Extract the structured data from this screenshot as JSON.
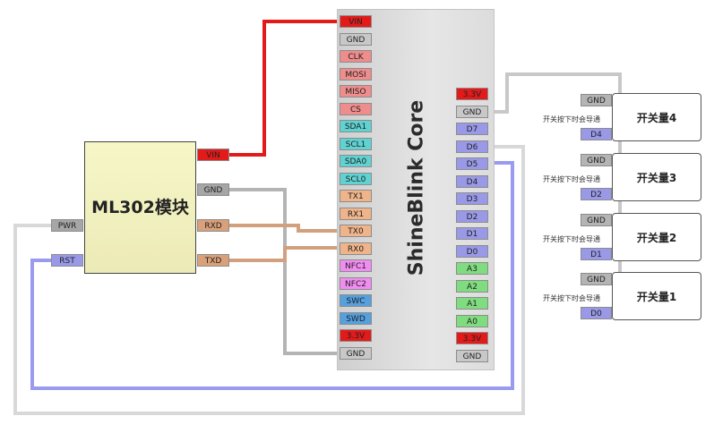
{
  "core": {
    "title": "ShineBlink Core",
    "left_pins": [
      {
        "label": "VIN",
        "color": "#e31a1a"
      },
      {
        "label": "GND",
        "color": "#c8c8c8"
      },
      {
        "label": "CLK",
        "color": "#ef8c8c"
      },
      {
        "label": "MOSI",
        "color": "#ef8c8c"
      },
      {
        "label": "MISO",
        "color": "#ef8c8c"
      },
      {
        "label": "CS",
        "color": "#ef8c8c"
      },
      {
        "label": "SDA1",
        "color": "#5fd2d2"
      },
      {
        "label": "SCL1",
        "color": "#5fd2d2"
      },
      {
        "label": "SDA0",
        "color": "#5fd2d2"
      },
      {
        "label": "SCL0",
        "color": "#5fd2d2"
      },
      {
        "label": "TX1",
        "color": "#f0b48a"
      },
      {
        "label": "RX1",
        "color": "#f0b48a"
      },
      {
        "label": "TX0",
        "color": "#f0b48a"
      },
      {
        "label": "RX0",
        "color": "#f0b48a"
      },
      {
        "label": "NFC1",
        "color": "#f28cf2"
      },
      {
        "label": "NFC2",
        "color": "#f28cf2"
      },
      {
        "label": "SWC",
        "color": "#55a0de"
      },
      {
        "label": "SWD",
        "color": "#55a0de"
      },
      {
        "label": "3.3V",
        "color": "#e31a1a"
      },
      {
        "label": "GND",
        "color": "#c8c8c8"
      }
    ],
    "right_pins": [
      {
        "label": "3.3V",
        "color": "#e31a1a"
      },
      {
        "label": "GND",
        "color": "#c8c8c8"
      },
      {
        "label": "D7",
        "color": "#9999e8"
      },
      {
        "label": "D6",
        "color": "#9999e8"
      },
      {
        "label": "D5",
        "color": "#9999e8"
      },
      {
        "label": "D4",
        "color": "#9999e8"
      },
      {
        "label": "D3",
        "color": "#9999e8"
      },
      {
        "label": "D2",
        "color": "#9999e8"
      },
      {
        "label": "D1",
        "color": "#9999e8"
      },
      {
        "label": "D0",
        "color": "#9999e8"
      },
      {
        "label": "A3",
        "color": "#7fdc7f"
      },
      {
        "label": "A2",
        "color": "#7fdc7f"
      },
      {
        "label": "A1",
        "color": "#7fdc7f"
      },
      {
        "label": "A0",
        "color": "#7fdc7f"
      },
      {
        "label": "3.3V",
        "color": "#e31a1a"
      },
      {
        "label": "GND",
        "color": "#c8c8c8"
      }
    ]
  },
  "module": {
    "title": "ML302模块",
    "right_pins": [
      {
        "label": "VIN",
        "color": "#e31a1a"
      },
      {
        "label": "GND",
        "color": "#a6a6a6"
      },
      {
        "label": "RXD",
        "color": "#d9a07a"
      },
      {
        "label": "TXD",
        "color": "#d9a07a"
      }
    ],
    "left_pins": [
      {
        "label": "PWR",
        "color": "#a6a6a6"
      },
      {
        "label": "RST",
        "color": "#9999e8"
      }
    ]
  },
  "switches": [
    {
      "name": "开关量4",
      "gnd": "GND",
      "pin": "D4",
      "note": "开关按下时会导通"
    },
    {
      "name": "开关量3",
      "gnd": "GND",
      "pin": "D2",
      "note": "开关按下时会导通"
    },
    {
      "name": "开关量2",
      "gnd": "GND",
      "pin": "D1",
      "note": "开关按下时会导通"
    },
    {
      "name": "开关量1",
      "gnd": "GND",
      "pin": "D0",
      "note": "开关按下时会导通"
    }
  ],
  "wire_colors": {
    "power": "#e31a1a",
    "ground": "#b4b4b4",
    "uart": "#d2a07c",
    "reset": "#9a9af0",
    "pwr_key": "#d8d8d8",
    "switch_gnd": "#c8c8c8"
  }
}
